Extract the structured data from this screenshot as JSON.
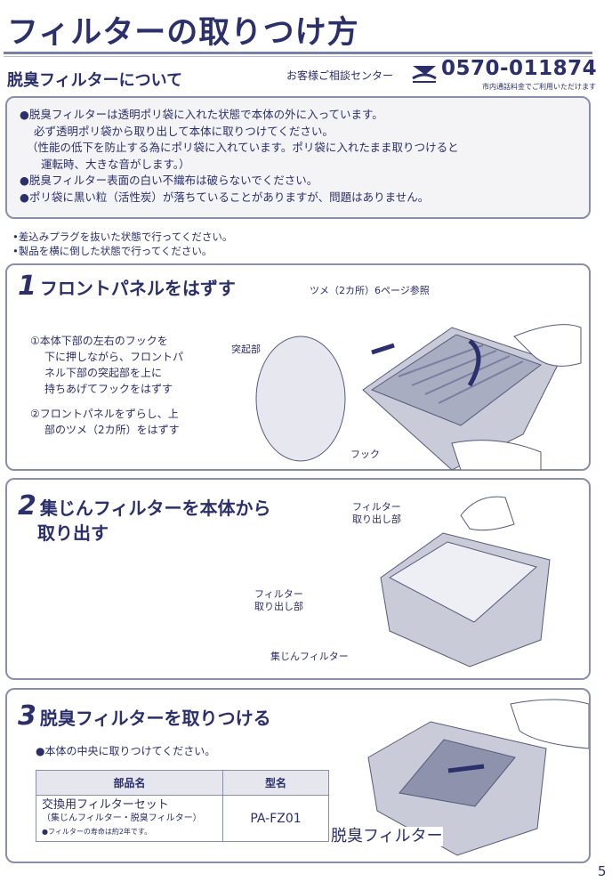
{
  "title": "フィルターの取りつけ方",
  "section_heading": "脱臭フィルターについて",
  "call_center": {
    "label": "お客様ご相談センター",
    "phone": "0570-011874",
    "note": "市内通話料金でご利用いただけます"
  },
  "info": [
    "●脱臭フィルターは透明ポリ袋に入れた状態で本体の外に入っています。",
    "必ず透明ポリ袋から取り出して本体に取りつけてください。",
    "（性能の低下を防止する為にポリ袋に入れています。ポリ袋に入れたまま取りつけると",
    "運転時、大きな音がします。）",
    "●脱臭フィルター表面の白い不織布は破らないでください。",
    "●ポリ袋に黒い粒（活性炭）が落ちていることがありますが、問題はありません。"
  ],
  "notes": [
    "•差込みプラグを抜いた状態で行ってください。",
    "•製品を横に倒した状態で行ってください。"
  ],
  "step1": {
    "num": "1",
    "title": "フロントパネルをはずす",
    "instr1": [
      "①本体下部の左右のフックを",
      "下に押しながら、フロントパ",
      "ネル下部の突起部を上に",
      "持ちあげてフックをはずす"
    ],
    "instr2": [
      "②フロントパネルをずらし、上",
      "部のツメ（2カ所）をはずす"
    ],
    "label_claw": "ツメ（2カ所）6ページ参照",
    "label_protrusion": "突起部",
    "label_hook": "フック"
  },
  "step2": {
    "num": "2",
    "title": [
      "集じんフィルターを本体から",
      "取り出す"
    ],
    "label_grip_top": [
      "フィルター",
      "取り出し部"
    ],
    "label_grip_left": [
      "フィルター",
      "取り出し部"
    ],
    "label_dust_filter": "集じんフィルター"
  },
  "step3": {
    "num": "3",
    "title": "脱臭フィルターを取りつける",
    "note": "●本体の中央に取りつけてください。",
    "table": {
      "headers": [
        "部品名",
        "型名"
      ],
      "row": {
        "name": "交換用フィルターセット",
        "sub": "（集じんフィルター・脱臭フィルター）",
        "life": "●フィルターの寿命は約2年です。",
        "model": "PA-FZ01"
      }
    },
    "label_deodorizing": "脱臭フィルター"
  },
  "page_number": "5"
}
